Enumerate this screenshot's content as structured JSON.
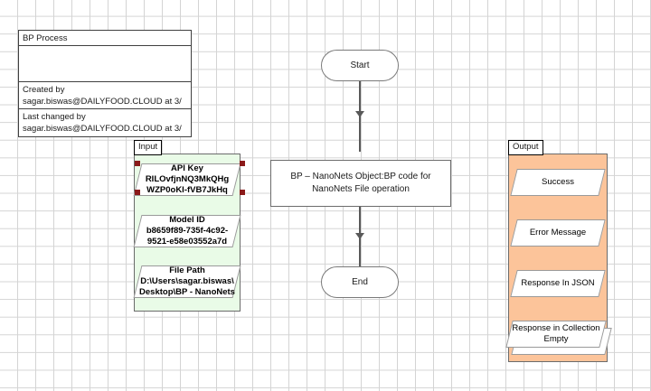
{
  "info_block": {
    "title": "BP Process",
    "created_label": "Created by",
    "created_value": "sagar.biswas@DAILYFOOD.CLOUD  at 3/",
    "changed_label": "Last changed by",
    "changed_value": "sagar.biswas@DAILYFOOD.CLOUD  at 3/"
  },
  "input_pool": {
    "label": "Input",
    "items": [
      {
        "name": "api-key",
        "header": "API Key",
        "line1": "RILOvfjnNQ3MkQHg",
        "line2": "WZP0oKI-fVB7JkHq",
        "selected": true
      },
      {
        "name": "model-id",
        "header": "Model ID",
        "line1": "b8659f89-735f-4c92-",
        "line2": "9521-e58e03552a7d",
        "selected": false
      },
      {
        "name": "file-path",
        "header": "File Path",
        "line1": "D:\\Users\\sagar.biswas\\",
        "line2": "Desktop\\BP - NanoNets",
        "selected": false
      }
    ]
  },
  "flow": {
    "start_label": "Start",
    "process_line1": "BP – NanoNets Object:BP code for",
    "process_line2": "NanoNets File operation",
    "end_label": "End"
  },
  "output_pool": {
    "label": "Output",
    "items": [
      {
        "name": "success",
        "line1": "Success",
        "line2": "",
        "stacked": false
      },
      {
        "name": "error-message",
        "line1": "Error Message",
        "line2": "",
        "stacked": false
      },
      {
        "name": "response-in-json",
        "line1": "Response In JSON",
        "line2": "",
        "stacked": false
      },
      {
        "name": "response-in-collection-empty",
        "line1": "Response in Collection",
        "line2": "Empty",
        "stacked": true
      }
    ]
  },
  "colors": {
    "input_fill": "#e9fbe7",
    "output_fill": "#fcc49a",
    "grid_line": "#d4d4d4",
    "connector": "#595959",
    "handle": "#8b1a1a"
  }
}
